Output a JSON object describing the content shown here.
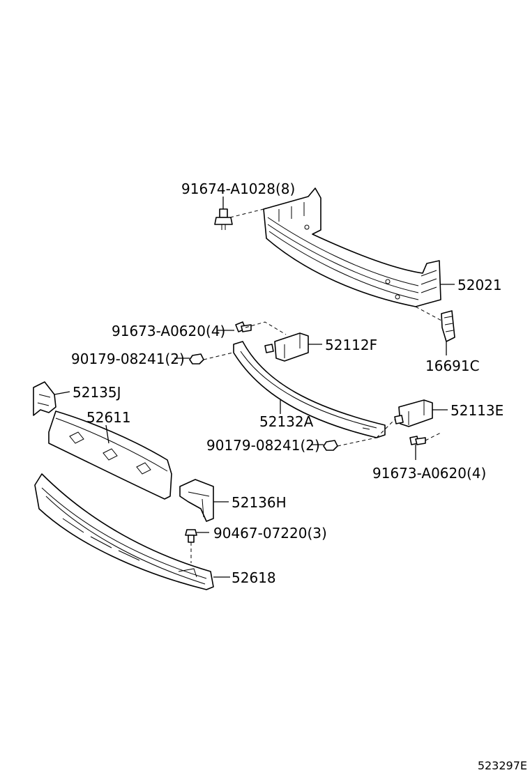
{
  "labels": {
    "bolt_top": "91674-A1028(8)",
    "reinforcement": "52021",
    "bolt_left": "91673-A0620(4)",
    "nut_left": "90179-08241(2)",
    "bracket_left": "52112F",
    "spacer": "16691C",
    "support_left": "52135J",
    "absorber": "52611",
    "arm": "52132A",
    "bracket_right": "52113E",
    "nut_right": "90179-08241(2)",
    "bolt_right": "91673-A0620(4)",
    "support_right": "52136H",
    "clip": "90467-07220(3)",
    "lower_cover": "52618"
  },
  "footer": {
    "code": "523297E"
  }
}
